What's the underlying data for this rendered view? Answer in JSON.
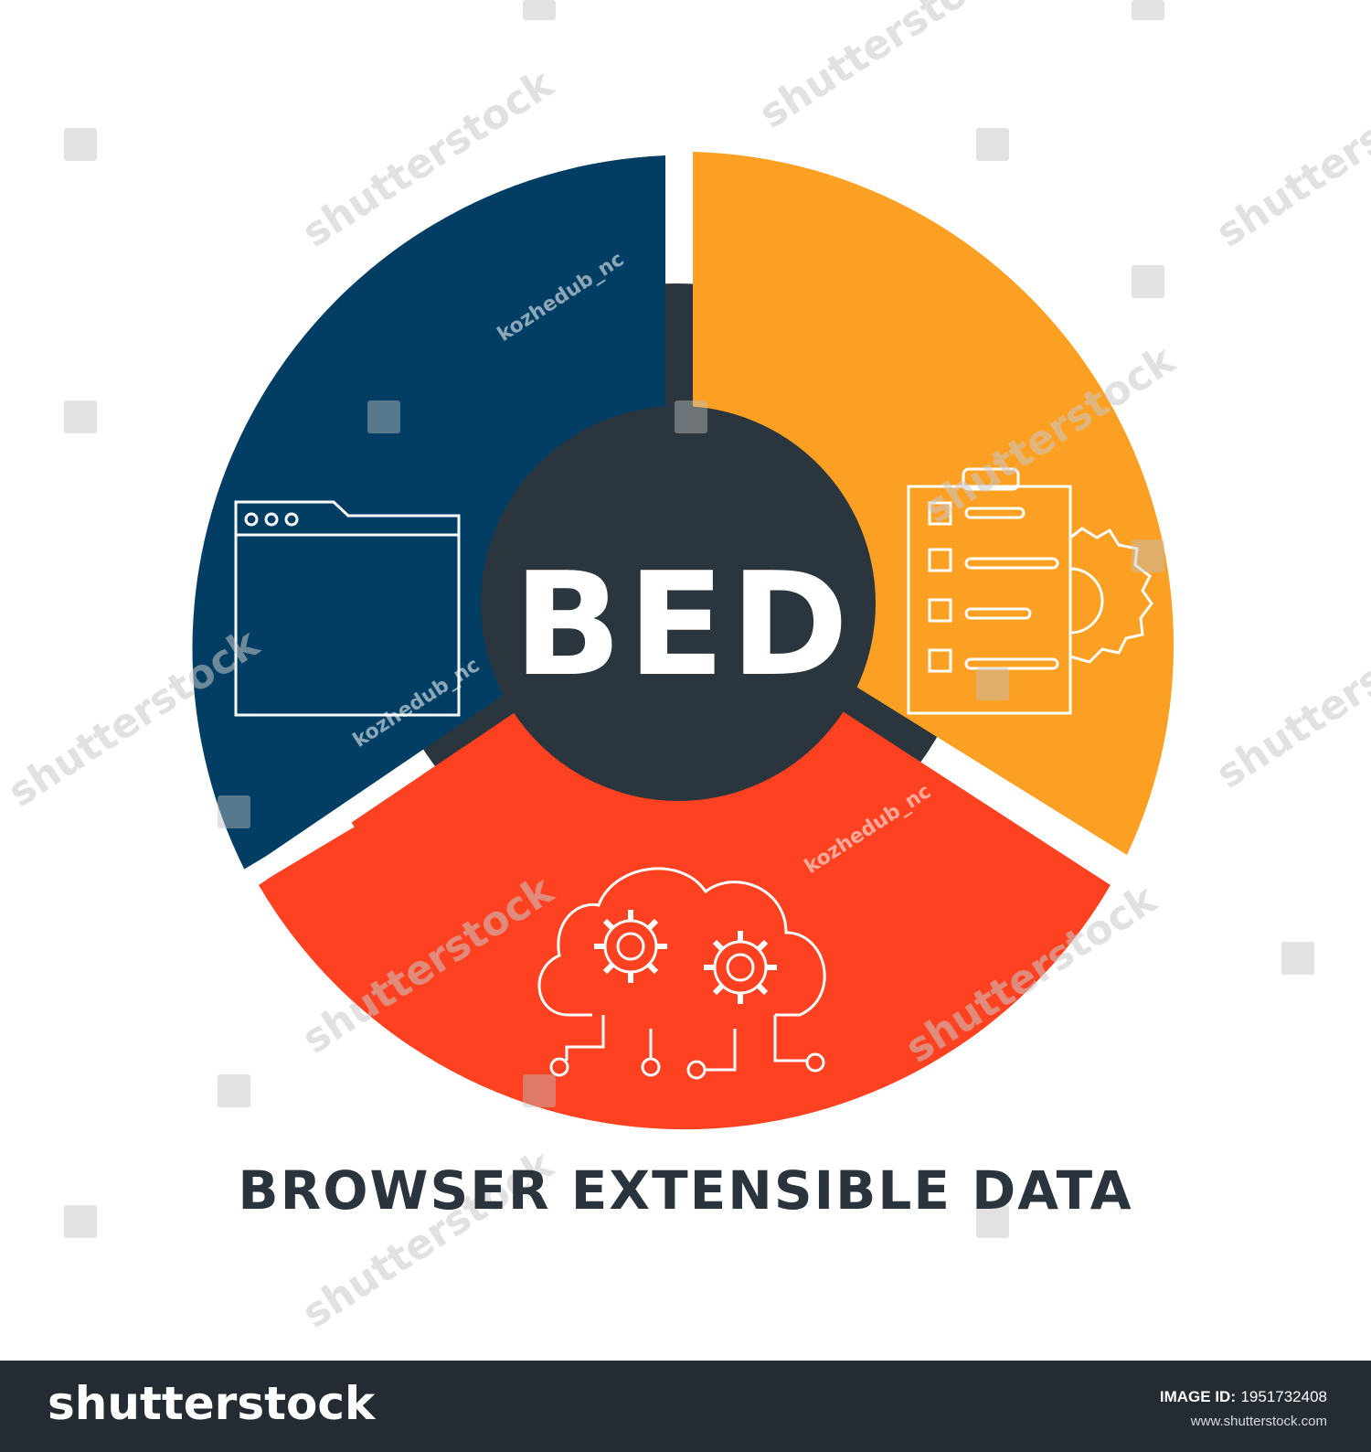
{
  "acronym": "BED",
  "caption": "BROWSER EXTENSIBLE DATA",
  "segments": [
    {
      "name": "browser",
      "color": "#023e63",
      "icon": "browser-window-icon"
    },
    {
      "name": "checklist",
      "color": "#fca024",
      "icon": "checklist-gear-icon"
    },
    {
      "name": "cloud",
      "color": "#fe4120",
      "icon": "cloud-gears-icon"
    }
  ],
  "hub_color": "#2b353d",
  "watermark": {
    "brand": "shutterstock",
    "author": "kozhedub_nc"
  },
  "footer": {
    "brand": "shutterstock",
    "image_id_label": "IMAGE ID:",
    "image_id": "1951732408",
    "url": "www.shutterstock.com"
  }
}
